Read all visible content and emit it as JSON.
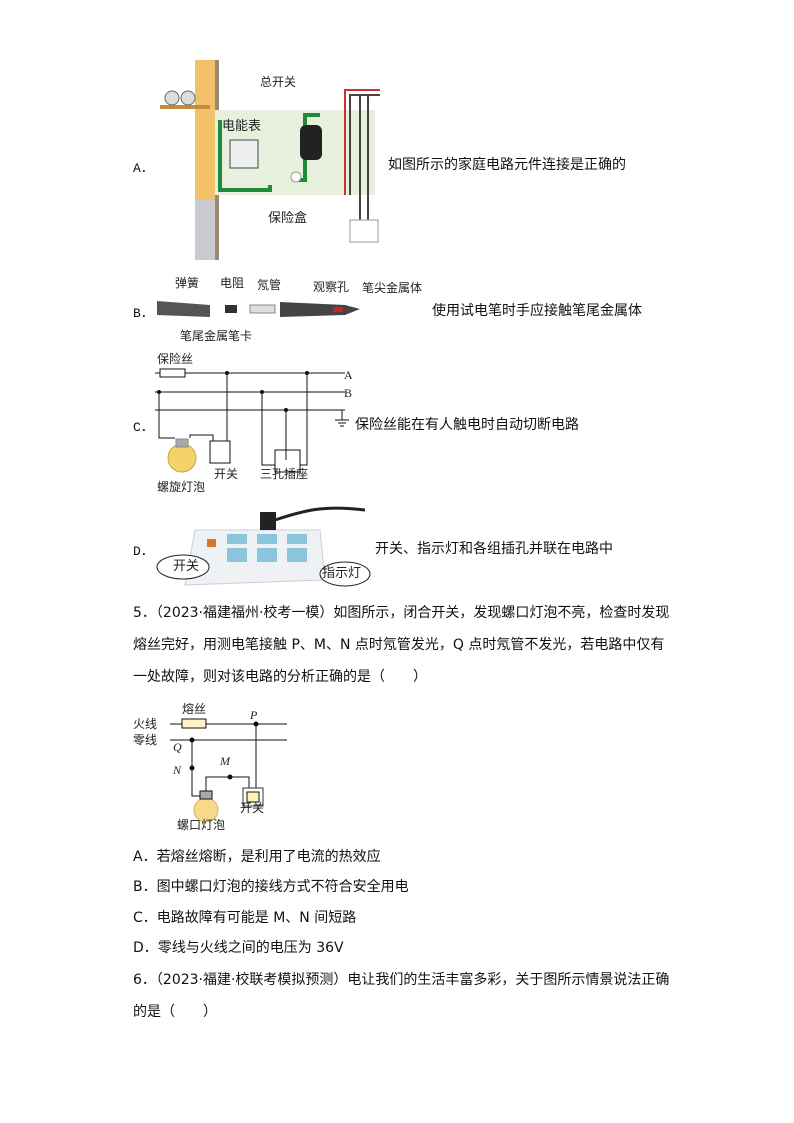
{
  "q4_options": {
    "A": {
      "label": "A．",
      "text": "如图所示的家庭电路元件连接是正确的",
      "figure_labels": {
        "main_switch": "总开关",
        "meter": "电能表",
        "fuse_box": "保险盒"
      }
    },
    "B": {
      "label": "B．",
      "text": "使用试电笔时手应接触笔尾金属体",
      "figure_labels": {
        "spring": "弹簧",
        "resistor": "电阻",
        "neon": "氖管",
        "window": "观察孔",
        "tip": "笔尖金属体",
        "clip": "笔尾金属笔卡"
      }
    },
    "C": {
      "label": "C．",
      "text": "保险丝能在有人触电时自动切断电路",
      "figure_labels": {
        "fuse": "保险丝",
        "line_a": "A",
        "line_b": "B",
        "bulb": "螺旋灯泡",
        "switch": "开关",
        "socket": "三孔插座"
      }
    },
    "D": {
      "label": "D．",
      "text": "开关、指示灯和各组插孔并联在电路中",
      "figure_labels": {
        "switch": "开关",
        "indicator": "指示灯"
      }
    }
  },
  "q5": {
    "lines": [
      "5．（2023·福建福州·校考一模）如图所示，闭合开关，发现螺口灯泡不亮，检查时发现",
      "熔丝完好，用测电笔接触 P、M、N 点时氖管发光，Q 点时氖管不发光，若电路中仅有",
      "一处故障，则对该电路的分析正确的是（　　）"
    ],
    "figure_labels": {
      "fuse": "熔丝",
      "live": "火线",
      "neutral": "零线",
      "P": "P",
      "Q": "Q",
      "M": "M",
      "N": "N",
      "switch": "开关",
      "bulb": "螺口灯泡"
    },
    "options": [
      {
        "label": "A．",
        "text": "若熔丝熔断，是利用了电流的热效应"
      },
      {
        "label": "B．",
        "text": "图中螺口灯泡的接线方式不符合安全用电"
      },
      {
        "label": "C．",
        "text": "电路故障有可能是 M、N 间短路"
      },
      {
        "label": "D．",
        "text": "零线与火线之间的电压为 36V"
      }
    ]
  },
  "q6": {
    "lines": [
      "6．（2023·福建·校联考模拟预测）电让我们的生活丰富多彩，关于图所示情景说法正确",
      "的是（　　）"
    ]
  }
}
